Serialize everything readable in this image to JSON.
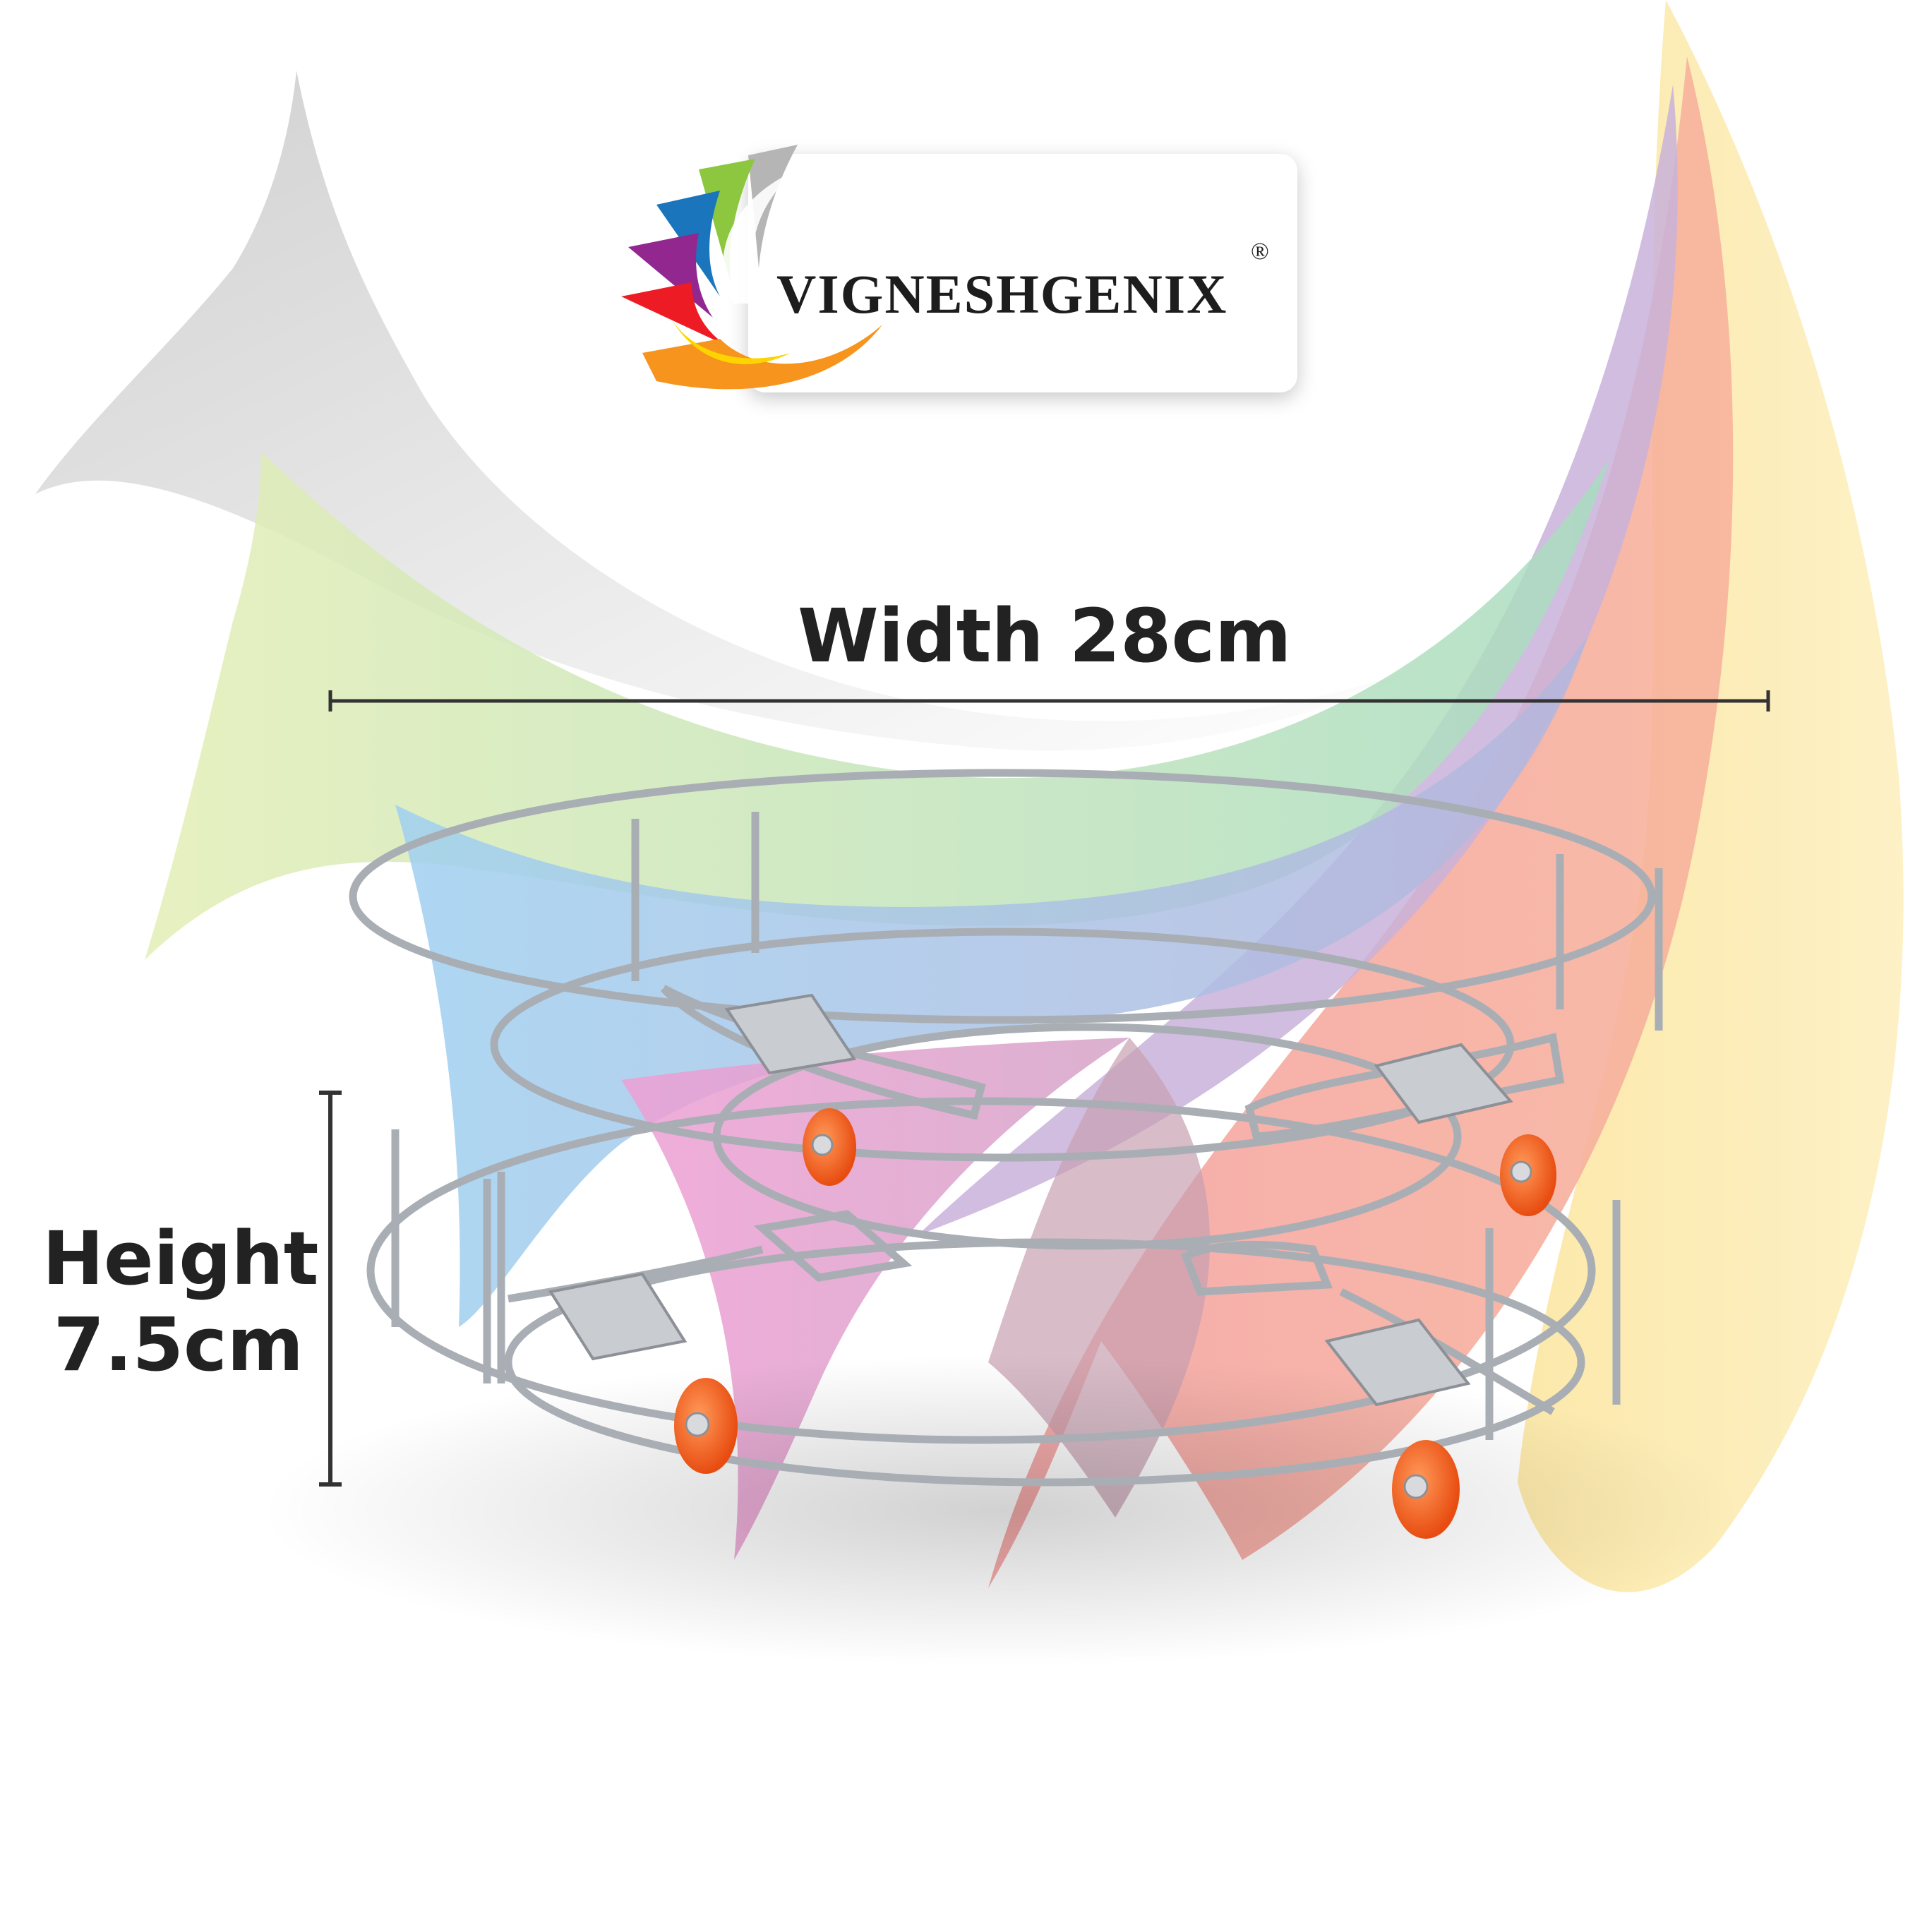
{
  "brand": {
    "name": "VIGNESHGENIX",
    "registered_mark": "®"
  },
  "dimensions": {
    "width_label": "Width 28cm",
    "height_label_line1": "Height",
    "height_label_line2": "7.5cm"
  },
  "colors": {
    "ribbon_gray": "#c8c8c8",
    "ribbon_green": "#cfe5a8",
    "ribbon_blue": "#a9d3ee",
    "ribbon_pink": "#eaa6d5",
    "ribbon_purple": "#c8b3d8",
    "ribbon_red": "#f2a6a6",
    "ribbon_yellow": "#fbe7a6",
    "caster_orange": "#f4601e",
    "steel": "#b8bcc2",
    "text": "#222222"
  },
  "product": {
    "name": "round gas cylinder trolley with wheels",
    "wheel_count": 4
  }
}
